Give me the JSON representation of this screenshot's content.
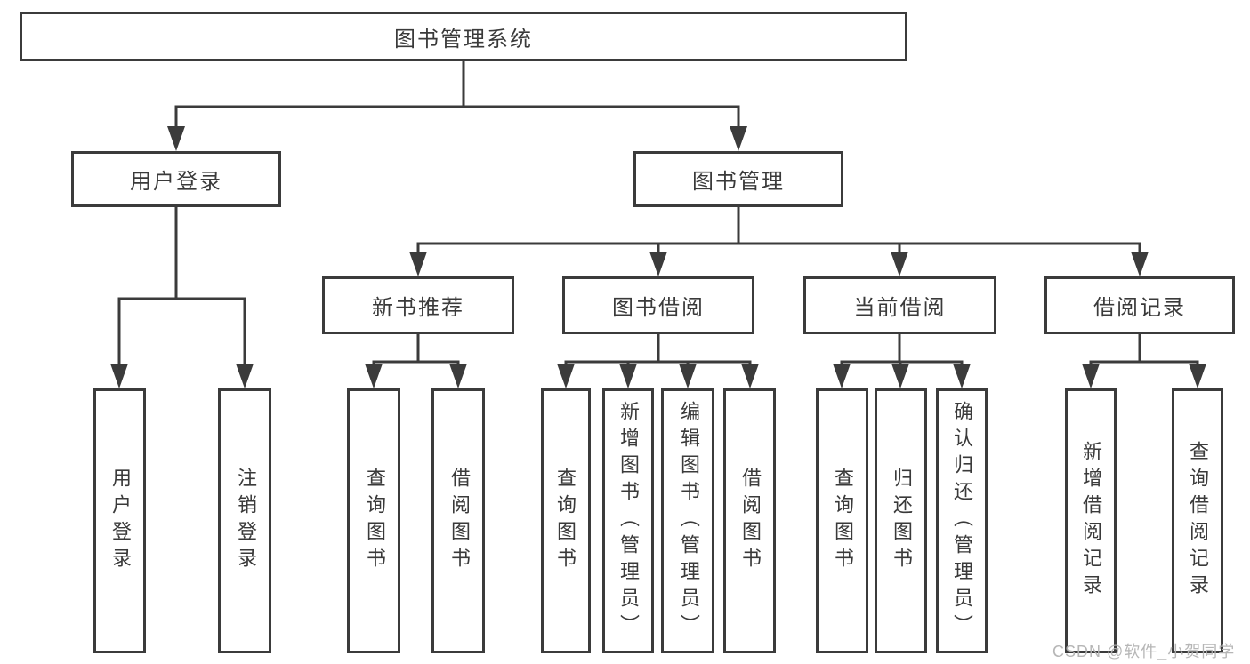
{
  "title": "图书管理系统",
  "branches": [
    {
      "label": "用户登录",
      "children": [
        {
          "label": "用户登录"
        },
        {
          "label": "注销登录"
        }
      ]
    },
    {
      "label": "图书管理",
      "sections": [
        {
          "label": "新书推荐",
          "children": [
            {
              "label": "查询图书"
            },
            {
              "label": "借阅图书"
            }
          ]
        },
        {
          "label": "图书借阅",
          "children": [
            {
              "label": "查询图书"
            },
            {
              "label": "新增图书（管理员）"
            },
            {
              "label": "编辑图书（管理员）"
            },
            {
              "label": "借阅图书"
            }
          ]
        },
        {
          "label": "当前借阅",
          "children": [
            {
              "label": "查询图书"
            },
            {
              "label": "归还图书"
            },
            {
              "label": "确认归还（管理员）"
            }
          ]
        },
        {
          "label": "借阅记录",
          "children": [
            {
              "label": "新增借阅记录"
            },
            {
              "label": "查询借阅记录"
            }
          ]
        }
      ]
    }
  ],
  "watermark": "CSDN @软件_小贺同学",
  "colors": {
    "line": "#3b3b3b",
    "text": "#3a3a3a",
    "box_background": "#ffffff",
    "watermark": "#b2b2b2",
    "background": "#ffffff"
  }
}
